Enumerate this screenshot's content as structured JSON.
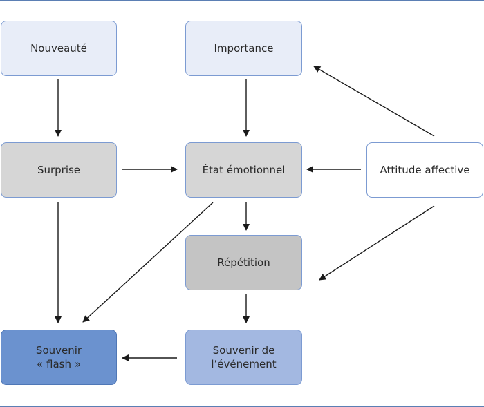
{
  "nodes": {
    "nouveaute": "Nouveauté",
    "importance": "Importance",
    "surprise": "Surprise",
    "etat_emotionnel": "État émotionnel",
    "attitude_affective": "Attitude affective",
    "repetition": "Répétition",
    "souvenir_flash": "Souvenir\n« flash »",
    "souvenir_evenement": "Souvenir de\nl’événement"
  },
  "edges": [
    {
      "from": "nouveaute",
      "to": "surprise"
    },
    {
      "from": "importance",
      "to": "etat_emotionnel"
    },
    {
      "from": "surprise",
      "to": "etat_emotionnel"
    },
    {
      "from": "attitude_affective",
      "to": "etat_emotionnel"
    },
    {
      "from": "attitude_affective",
      "to": "importance"
    },
    {
      "from": "attitude_affective",
      "to": "repetition"
    },
    {
      "from": "surprise",
      "to": "souvenir_flash"
    },
    {
      "from": "etat_emotionnel",
      "to": "souvenir_flash"
    },
    {
      "from": "etat_emotionnel",
      "to": "repetition"
    },
    {
      "from": "repetition",
      "to": "souvenir_evenement"
    },
    {
      "from": "souvenir_evenement",
      "to": "souvenir_flash"
    }
  ],
  "colors": {
    "border": "#7c9bd2",
    "frame": "#5b7fb4",
    "node_blue_light": "#e8edf8",
    "node_gray_light": "#d6d6d6",
    "node_gray_dark": "#c4c4c4",
    "node_blue_mid": "#a3b8e1",
    "node_blue_dark": "#6b92cf",
    "arrow": "#1a1a1a"
  }
}
